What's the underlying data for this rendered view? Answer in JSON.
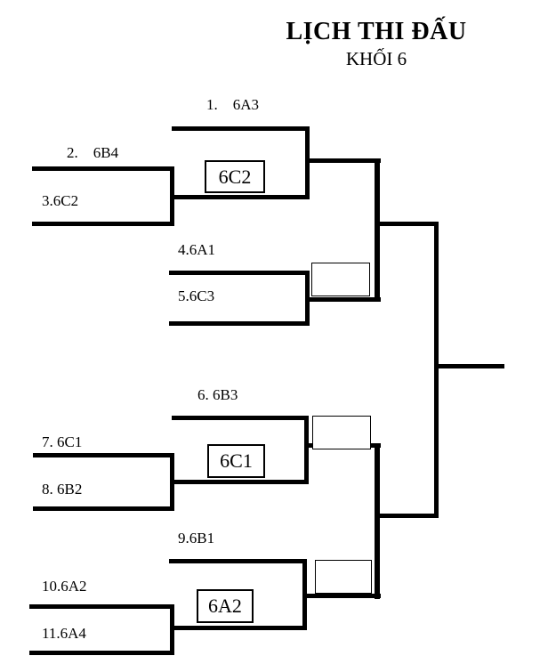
{
  "title": "LỊCH THI ĐẤU",
  "subtitle": "KHỐI 6",
  "teams": [
    {
      "label": "1.    6A3"
    },
    {
      "label": "2.    6B4"
    },
    {
      "label": "3.6C2"
    },
    {
      "label": "4.6A1"
    },
    {
      "label": "5.6C3"
    },
    {
      "label": "6. 6B3"
    },
    {
      "label": "7. 6C1"
    },
    {
      "label": "8. 6B2"
    },
    {
      "label": "9.6B1"
    },
    {
      "label": "10.6A2"
    },
    {
      "label": "11.6A4"
    }
  ],
  "winner_boxes": [
    {
      "match": "winner-of-2-vs-3",
      "label": "6C2"
    },
    {
      "match": "winner-of-4-vs-5",
      "label": ""
    },
    {
      "match": "winner-of-6-vs-78",
      "label": ""
    },
    {
      "match": "winner-of-7-vs-8",
      "label": "6C1"
    },
    {
      "match": "winner-of-9-vs-1011",
      "label": ""
    },
    {
      "match": "winner-of-10-vs-11",
      "label": "6A2"
    }
  ]
}
